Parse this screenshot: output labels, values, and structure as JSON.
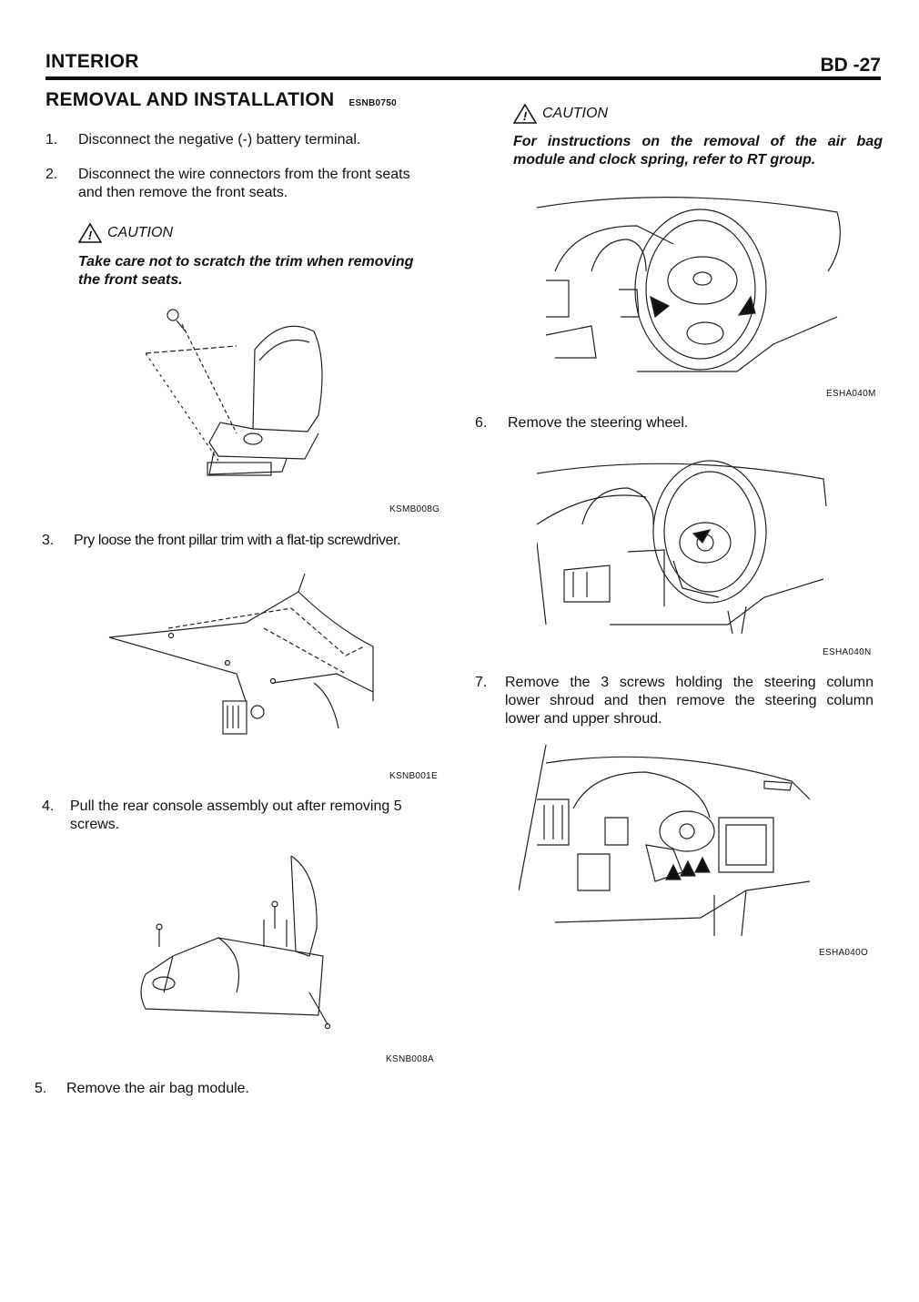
{
  "header": {
    "section": "INTERIOR",
    "page": "BD -27"
  },
  "heading": {
    "title": "REMOVAL AND INSTALLATION",
    "code": "ESNB0750"
  },
  "steps": [
    {
      "num": "1.",
      "text": "Disconnect the negative (-) battery terminal."
    },
    {
      "num": "2.",
      "lines": [
        "Disconnect the wire connectors from the front seats",
        "and then remove the front seats."
      ]
    },
    {
      "num": "3.",
      "text": "Pry loose the front pillar trim with a flat-tip screwdriver."
    },
    {
      "num": "4.",
      "lines": [
        "Pull the rear console assembly out after removing 5",
        "screws."
      ]
    },
    {
      "num": "5.",
      "text": "Remove the air bag module."
    },
    {
      "num": "6.",
      "text": "Remove the steering wheel."
    },
    {
      "num": "7.",
      "lines": [
        "Remove the 3 screws holding the steering column",
        "lower shroud and then remove the steering column",
        "lower and upper shroud."
      ]
    }
  ],
  "cautions": [
    {
      "label": "CAUTION",
      "lines": [
        "Take care not to scratch the trim when removing",
        "the front seats."
      ]
    },
    {
      "label": "CAUTION",
      "lines": [
        "For instructions on the removal of the air bag",
        "module and clock spring, refer to RT group."
      ]
    }
  ],
  "figures": [
    {
      "code": "KSMB008G",
      "icon": "front-seat-illustration"
    },
    {
      "code": "KSNB001E",
      "icon": "front-pillar-trim-illustration"
    },
    {
      "code": "KSNB008A",
      "icon": "rear-console-illustration"
    },
    {
      "code": "ESHA040M",
      "icon": "airbag-module-steering-illustration"
    },
    {
      "code": "ESHA040N",
      "icon": "steering-wheel-illustration"
    },
    {
      "code": "ESHA040O",
      "icon": "steering-column-shroud-illustration"
    }
  ]
}
